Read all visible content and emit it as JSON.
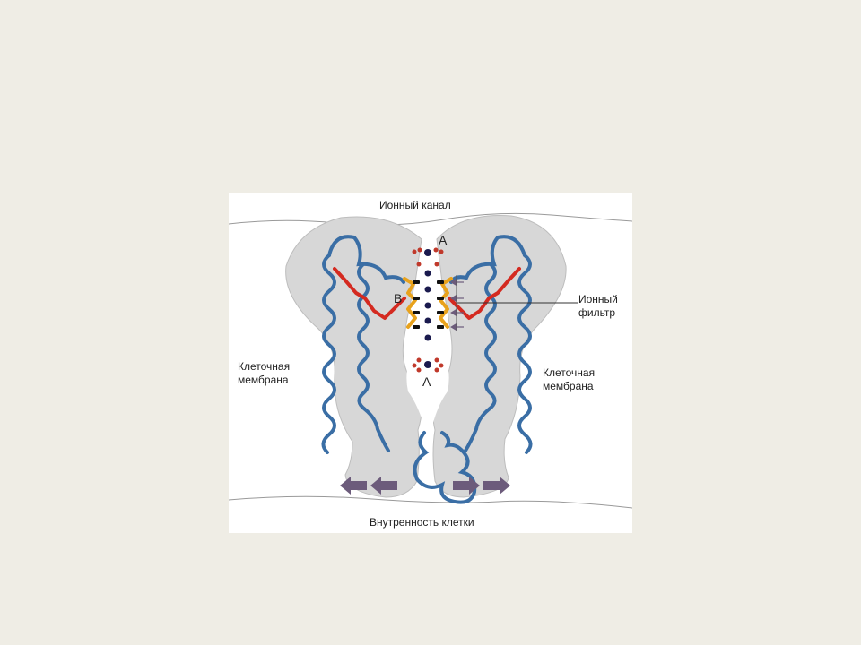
{
  "figure": {
    "top_label": "Ионный канал",
    "bottom_label": "Внутренность клетки",
    "left_membrane_label": "Клеточная мембрана",
    "right_membrane_label": "Клеточная мембрана",
    "filter_label": "Ионный фильтр",
    "site_a_top": "A",
    "site_a_bottom": "A",
    "site_b": "B"
  },
  "colors": {
    "background": "#efede5",
    "protein": "#d7d7d7",
    "helix": "#3a6ea5",
    "loop": "#d42a20",
    "filter": "#e8a21c",
    "arrow": "#6c5b7b",
    "ion": "#1a1a4e",
    "water_o": "#c0392b"
  }
}
